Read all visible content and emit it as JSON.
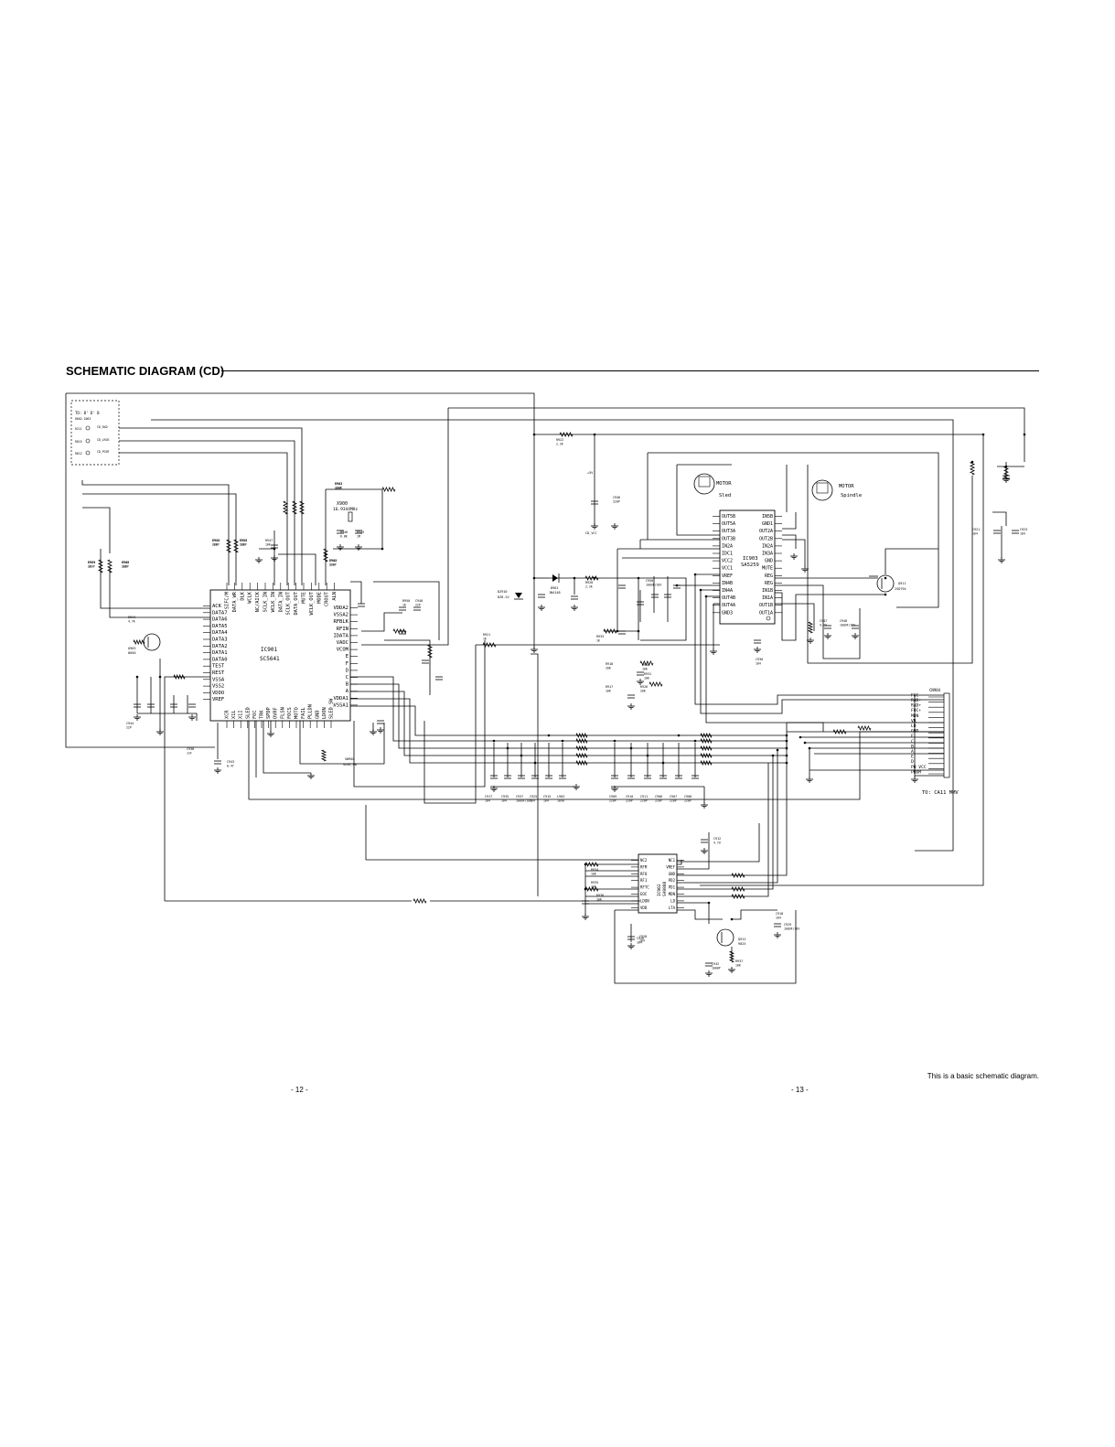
{
  "page": {
    "title": "SCHEMATIC DIAGRAM (CD)",
    "footnote": "This is a basic schematic diagram.",
    "page_left": "- 12 -",
    "page_right": "- 13 -"
  },
  "connector_box": {
    "header_lines": [
      "TO: B' D' B",
      "8002-1063"
    ],
    "rows": [
      {
        "ref": "R211",
        "net": "CD_RXD"
      },
      {
        "ref": "R815",
        "net": "CD_LRCK"
      },
      {
        "ref": "R812",
        "net": "CD_PCNT"
      }
    ]
  },
  "ic901": {
    "ref": "IC901",
    "part": "SC5641",
    "left_pins": [
      "ACK",
      "DATA7",
      "DATA6",
      "DATA5",
      "DATA4",
      "DATA3",
      "DATA2",
      "DATA1",
      "DATA0",
      "TEST",
      "REST",
      "VSSA",
      "VSS2",
      "VDDO",
      "VREF"
    ],
    "top_pins": [
      "SIFC/M",
      "DATA_WR",
      "DLK",
      "WCLK",
      "NC/AICK",
      "SCLK_IN",
      "WCLK_IN",
      "DATA_IN",
      "SCLK_OUT",
      "DATA_OUT",
      "MUTE",
      "WCLK_OUT",
      "MODE",
      "CROUT",
      "ALN"
    ],
    "right_pins": [
      "VDDA2",
      "VSSA2",
      "RFBLK",
      "RFIN",
      "IDATA",
      "VADC",
      "VCOM",
      "E",
      "F",
      "D",
      "C",
      "B",
      "A",
      "VDDA1",
      "VSSA1"
    ],
    "bottom_pins": [
      "XCR",
      "X1L",
      "X1I",
      "SLED",
      "FOC",
      "TRK",
      "SPDP",
      "OVRF",
      "FLSN",
      "FOCS",
      "MOTO",
      "FAIL",
      "PLLDN",
      "GND",
      "LDON",
      "SLED_SW"
    ]
  },
  "ic903": {
    "ref": "IC903",
    "part": "SA5259",
    "left_pins": [
      "OUT5B",
      "OUT5A",
      "OUT3A",
      "OUT3B",
      "IN2A",
      "IDC1",
      "VCC2",
      "VCC1",
      "VREF",
      "IN4B",
      "IN4A",
      "OUT4B",
      "OUT4A",
      "GND3"
    ],
    "right_pins": [
      "IN5B",
      "GND1",
      "OUT2A",
      "OUT2B",
      "IN2A",
      "IN3A",
      "GND",
      "MUTE",
      "REG",
      "REG",
      "IN1B",
      "IN1A",
      "OUT1B",
      "OUT1A"
    ]
  },
  "ic902": {
    "ref": "IC902",
    "part": "SA9808",
    "left_pins": [
      "NC2",
      "RFM",
      "RFO",
      "RF1",
      "RFTC",
      "EOC",
      "LDON",
      "VDD"
    ],
    "right_pins": [
      "NC1",
      "VREF",
      "GND",
      "PD2",
      "PD1",
      "MDN",
      "LD",
      "LTA"
    ]
  },
  "motors": [
    {
      "name": "MOTOR",
      "type": "Sled"
    },
    {
      "name": "MOTOR",
      "type": "Spindle"
    }
  ],
  "crystal": {
    "ref": "X900",
    "value": "16.9344MHz"
  },
  "connector_cn904": {
    "ref": "CN904",
    "pins": [
      "FOC-",
      "RAD-",
      "RAD+",
      "FOC+",
      "MDN",
      "VR",
      "LD",
      "GND",
      "F",
      "C",
      "B",
      "A",
      "E",
      "D",
      "PH VCC",
      "PHDM"
    ],
    "destination": "TO: CA11 MMV"
  },
  "transistors": [
    {
      "ref": "Q903",
      "part": "8050"
    },
    {
      "ref": "Q911",
      "part": "2SD794"
    },
    {
      "ref": "Q912",
      "part": "9025"
    }
  ],
  "diodes": [
    {
      "ref": "D901",
      "part": "1N4148"
    },
    {
      "ref": "DZ910",
      "part": "DZ8.2V"
    }
  ],
  "switch": {
    "ref": "SW902",
    "label": "SLED_SW"
  },
  "power_labels": [
    "+5V",
    "CD_VCC"
  ],
  "labels": [
    {
      "ref": "R941",
      "value": "100k"
    },
    {
      "ref": "R942",
      "value": "330"
    },
    {
      "ref": "R924",
      "value": "10K"
    },
    {
      "ref": "R923",
      "value": "10K"
    },
    {
      "ref": "R939",
      "value": "1K"
    },
    {
      "ref": "R940",
      "value": "10K"
    },
    {
      "ref": "R944",
      "value": "4.7K"
    },
    {
      "ref": "R922",
      "value": "2.2K"
    },
    {
      "ref": "R920",
      "value": "2.2K"
    },
    {
      "ref": "R921",
      "value": "1K"
    },
    {
      "ref": "R933",
      "value": "1K"
    },
    {
      "ref": "R918",
      "value": "20K"
    },
    {
      "ref": "R917",
      "value": "10K"
    },
    {
      "ref": "R926",
      "value": "20K"
    },
    {
      "ref": "R930",
      "value": "10K"
    },
    {
      "ref": "R931",
      "value": "10K"
    },
    {
      "ref": "R934",
      "value": "10K"
    },
    {
      "ref": "R935",
      "value": "10K"
    },
    {
      "ref": "R936",
      "value": "10K"
    },
    {
      "ref": "R937",
      "value": "10K"
    },
    {
      "ref": "R946",
      "value": "6.8K"
    },
    {
      "ref": "R949",
      "value": "1M"
    },
    {
      "ref": "R947",
      "value": "10K"
    },
    {
      "ref": "R950",
      "value": "1K"
    },
    {
      "ref": "C940",
      "value": "22P"
    },
    {
      "ref": "C944",
      "value": "22P"
    },
    {
      "ref": "C938",
      "value": "1nF"
    },
    {
      "ref": "C943",
      "value": "0.47"
    },
    {
      "ref": "C946",
      "value": "220P"
    },
    {
      "ref": "C947",
      "value": "4.7U"
    },
    {
      "ref": "C950",
      "value": "100UF/10V"
    },
    {
      "ref": "C948",
      "value": "100UF/16V"
    },
    {
      "ref": "C921",
      "value": "104"
    },
    {
      "ref": "C923",
      "value": "104"
    },
    {
      "ref": "C930",
      "value": "104"
    },
    {
      "ref": "C912",
      "value": "4.7U"
    },
    {
      "ref": "C926",
      "value": "104"
    },
    {
      "ref": "C929",
      "value": "100UF/10V"
    },
    {
      "ref": "C942",
      "value": "1000P"
    },
    {
      "ref": "C928",
      "value": "104"
    },
    {
      "ref": "C918",
      "value": "104"
    },
    {
      "ref": "C917",
      "value": "104"
    },
    {
      "ref": "C935",
      "value": "104"
    },
    {
      "ref": "C937",
      "value": "100UF/10V"
    },
    {
      "ref": "C925",
      "value": "104"
    },
    {
      "ref": "C915",
      "value": "104"
    },
    {
      "ref": "L903",
      "value": "10uH"
    },
    {
      "ref": "C909",
      "value": "220P"
    },
    {
      "ref": "C910",
      "value": "220P"
    },
    {
      "ref": "C911",
      "value": "220P"
    },
    {
      "ref": "C906",
      "value": "220P"
    },
    {
      "ref": "C907",
      "value": "220P"
    },
    {
      "ref": "C908",
      "value": "220P"
    },
    {
      "ref": "C903",
      "value": "220P"
    },
    {
      "ref": "C904",
      "value": "220P"
    },
    {
      "ref": "C905",
      "value": "220P"
    },
    {
      "ref": "C900",
      "value": "220P"
    },
    {
      "ref": "C901",
      "value": "220P"
    },
    {
      "ref": "C902",
      "value": "220P"
    }
  ]
}
